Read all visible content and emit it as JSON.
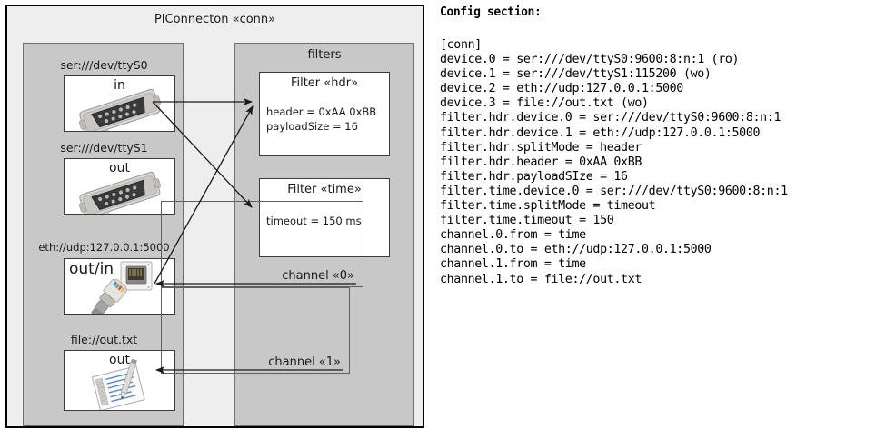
{
  "diagram": {
    "title": "PIConnecton «conn»",
    "panels": {
      "devices_title": "",
      "filters_title": "filters"
    },
    "devices": [
      {
        "label": "ser:///dev/ttyS0",
        "box_label": "in",
        "icon": "serial-db9-connector-icon"
      },
      {
        "label": "ser:///dev/ttyS1",
        "box_label": "out",
        "icon": "serial-db9-connector-icon"
      },
      {
        "label": "eth://udp:127.0.0.1:5000",
        "box_label": "out/in",
        "icon": "ethernet-rj45-jack-icon"
      },
      {
        "label": "file://out.txt",
        "box_label": "out",
        "icon": "text-document-pencil-icon"
      }
    ],
    "filters": [
      {
        "title": "Filter «hdr»",
        "props": [
          "header = 0xAA 0xBB",
          "payloadSize = 16"
        ]
      },
      {
        "title": "Filter «time»",
        "props": [
          "timeout = 150 ms"
        ]
      }
    ],
    "channels": [
      {
        "label": "channel «0»"
      },
      {
        "label": "channel «1»"
      }
    ]
  },
  "config": {
    "heading": "Config section:",
    "text": "[conn]\ndevice.0 = ser:///dev/ttyS0:9600:8:n:1 (ro)\ndevice.1 = ser:///dev/ttyS1:115200 (wo)\ndevice.2 = eth://udp:127.0.0.1:5000\ndevice.3 = file://out.txt (wo)\nfilter.hdr.device.0 = ser:///dev/ttyS0:9600:8:n:1\nfilter.hdr.device.1 = eth://udp:127.0.0.1:5000\nfilter.hdr.splitMode = header\nfilter.hdr.header = 0xAA 0xBB\nfilter.hdr.payloadSIze = 16\nfilter.time.device.0 = ser:///dev/ttyS0:9600:8:n:1\nfilter.time.splitMode = timeout\nfilter.time.timeout = 150\nchannel.0.from = time\nchannel.0.to = eth://udp:127.0.0.1:5000\nchannel.1.from = time\nchannel.1.to = file://out.txt"
  },
  "colors": {
    "panel_bg": "#c8c8c8",
    "frame_bg": "#eeeeee",
    "box_bg": "#ffffff",
    "line": "#1a1a1a"
  }
}
